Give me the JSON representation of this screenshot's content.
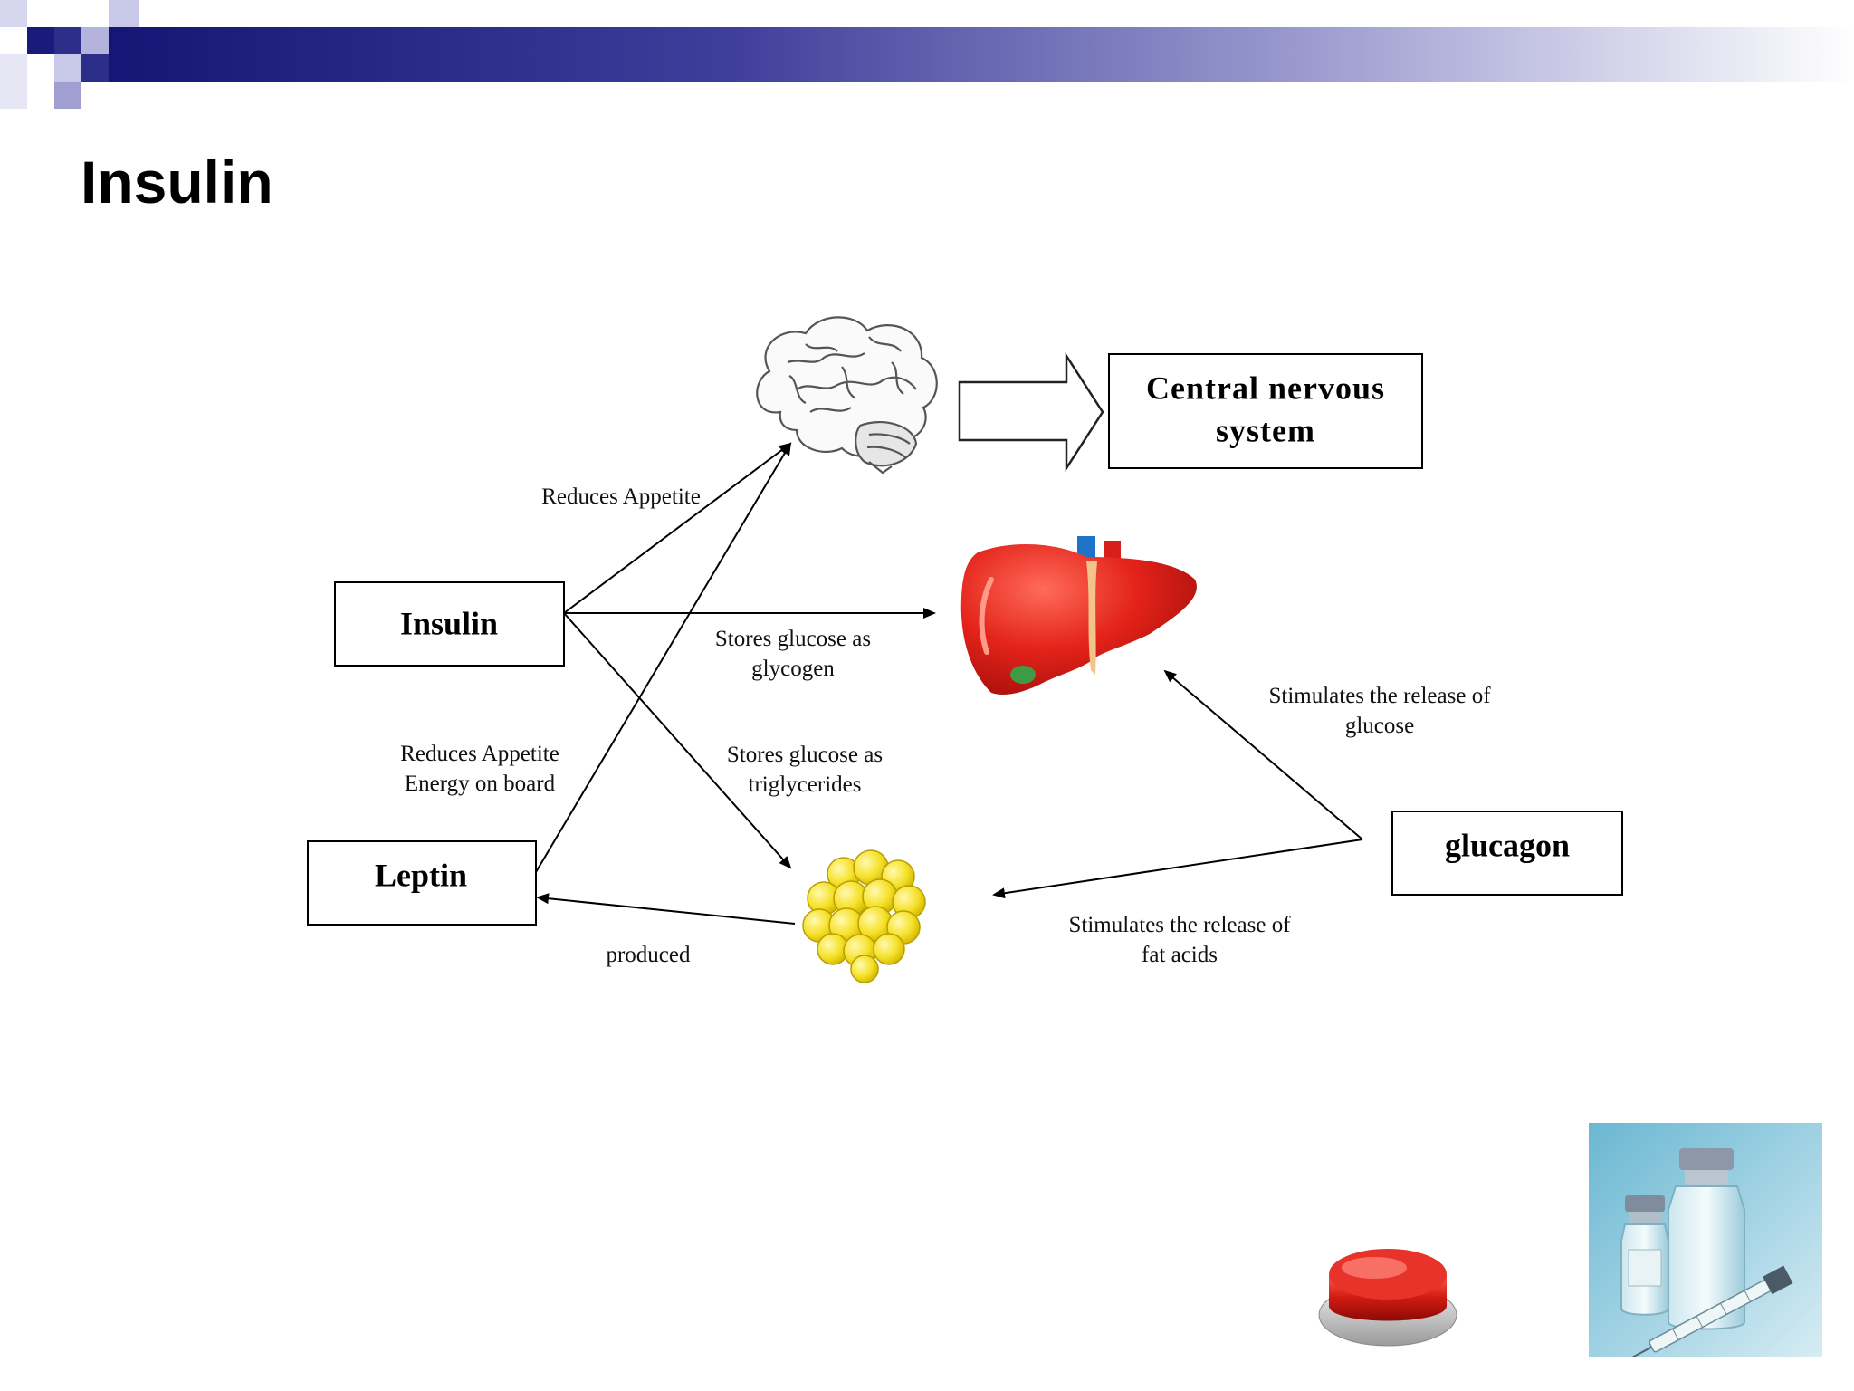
{
  "slide": {
    "title": "Insulin",
    "accent_colors": {
      "banner_dark": "#1a1a7a",
      "banner_light": "#9f9fd2"
    }
  },
  "diagram": {
    "nodes": {
      "insulin": "Insulin",
      "leptin": "Leptin",
      "glucagon": "glucagon",
      "cns_line1": "Central nervous",
      "cns_line2": "system"
    },
    "labels": {
      "insulin_to_brain": "Reduces Appetite",
      "insulin_to_liver_1": "Stores glucose as",
      "insulin_to_liver_2": "glycogen",
      "insulin_to_fat_1": "Stores glucose as",
      "insulin_to_fat_2": "triglycerides",
      "leptin_to_brain_1": "Reduces Appetite",
      "leptin_to_brain_2": "Energy on board",
      "fat_to_leptin": "produced",
      "glucagon_to_liver_1": "Stimulates the release of",
      "glucagon_to_liver_2": "glucose",
      "glucagon_to_fat_1": "Stimulates the release of",
      "glucagon_to_fat_2": "fat acids"
    },
    "icons": [
      "brain-icon",
      "liver-icon",
      "fat-cells-icon",
      "hollow-arrow-icon"
    ]
  },
  "decorations": {
    "icons": [
      "red-push-button-icon",
      "vial-syringe-photo-icon"
    ]
  }
}
